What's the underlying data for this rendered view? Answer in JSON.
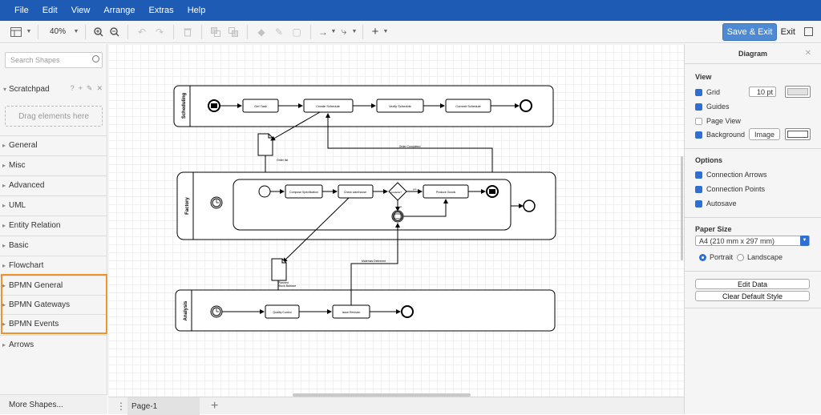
{
  "menu": [
    "File",
    "Edit",
    "View",
    "Arrange",
    "Extras",
    "Help"
  ],
  "toolbar": {
    "zoom": "40%",
    "save_label": "Save & Exit",
    "exit_label": "Exit"
  },
  "sidebar": {
    "search_placeholder": "Search Shapes",
    "scratchpad": "Scratchpad",
    "drag_hint": "Drag elements here",
    "categories": [
      "General",
      "Misc",
      "Advanced",
      "UML",
      "Entity Relation",
      "Basic",
      "Flowchart",
      "BPMN General",
      "BPMN Gateways",
      "BPMN Events",
      "Arrows"
    ],
    "more_shapes": "More Shapes..."
  },
  "diagram": {
    "pools": [
      "Scheduling",
      "Factory",
      "Analysis"
    ],
    "tasks": {
      "get_task": "Get Task",
      "create_schedule": "Create Schedule",
      "verify_schedule": "Verify Schedule",
      "commit_schedule": "Commit Schedule",
      "compose_spec": "Compose Specification",
      "check_warehouse": "Check warehouse",
      "produce_goods": "Produce Goods",
      "available": "Available?",
      "quality_control": "Quality Control",
      "issue_revision": "Issue Revision"
    },
    "labels": {
      "order_list": "Order list",
      "order_completed": "Order Completed",
      "planned_stock": "Planned",
      "planned_stock2": "Stock Balance",
      "materials_delivered": "Materials Delivered",
      "yes": "yes",
      "no": "no"
    }
  },
  "pages": {
    "current": "Page-1"
  },
  "panel": {
    "title": "Diagram",
    "view_section": "View",
    "grid": "Grid",
    "grid_size": "10 pt",
    "guides": "Guides",
    "page_view": "Page View",
    "background": "Background",
    "image_btn": "Image",
    "options_section": "Options",
    "connection_arrows": "Connection Arrows",
    "connection_points": "Connection Points",
    "autosave": "Autosave",
    "paper_section": "Paper Size",
    "paper_size": "A4 (210 mm x 297 mm)",
    "portrait": "Portrait",
    "landscape": "Landscape",
    "edit_data": "Edit Data",
    "clear_style": "Clear Default Style"
  }
}
